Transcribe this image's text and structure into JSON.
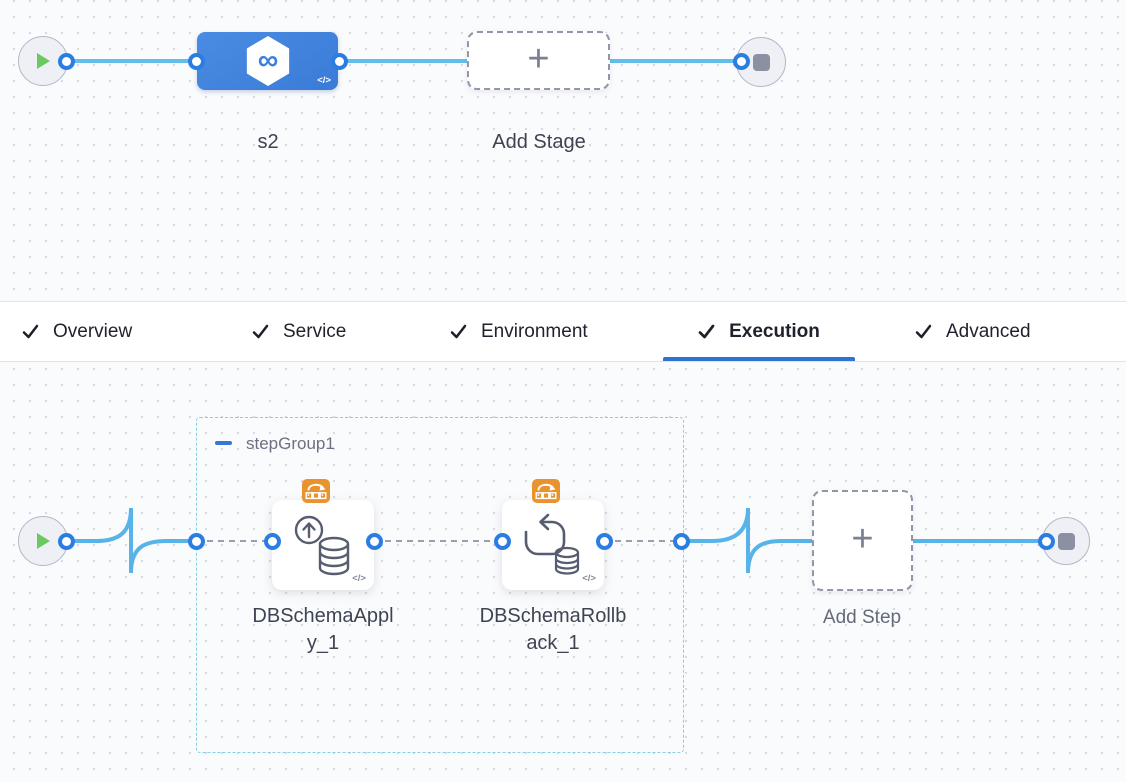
{
  "stage_pipeline": {
    "stage": {
      "name": "s2",
      "code_marker": "</>"
    },
    "add_stage": {
      "label": "Add Stage",
      "plus_glyph": "+"
    }
  },
  "tabs": {
    "items": [
      {
        "label": "Overview",
        "checked": true,
        "active": false
      },
      {
        "label": "Service",
        "checked": true,
        "active": false
      },
      {
        "label": "Environment",
        "checked": true,
        "active": false
      },
      {
        "label": "Execution",
        "checked": true,
        "active": true
      },
      {
        "label": "Advanced",
        "checked": true,
        "active": false
      }
    ]
  },
  "execution": {
    "step_group": {
      "label": "stepGroup1"
    },
    "steps": [
      {
        "label": "DBSchemaApply_1",
        "code_marker": "</>"
      },
      {
        "label": "DBSchemaRollback_1",
        "code_marker": "</>"
      }
    ],
    "add_step": {
      "label": "Add Step",
      "plus_glyph": "+"
    }
  },
  "icons": {
    "check": "✓",
    "collapse": "minus",
    "start": "play-triangle",
    "end": "stop-square",
    "stage": "harness-infinity-hexagon",
    "step_badge": "orange-stack-arrow",
    "apply_step": "upload-to-database",
    "rollback_step": "rollback-loop-database"
  },
  "colors": {
    "stage_blue": "#3e82dd",
    "connector_blue": "#63bdeb",
    "port_ring_blue": "#2b7ee1",
    "active_tab_underline": "#2e72d2",
    "step_group_border": "#84cfe3",
    "badge_orange": "#e9932f",
    "play_green": "#6bc95e",
    "dashed_connector_gray": "#9a9dac"
  }
}
